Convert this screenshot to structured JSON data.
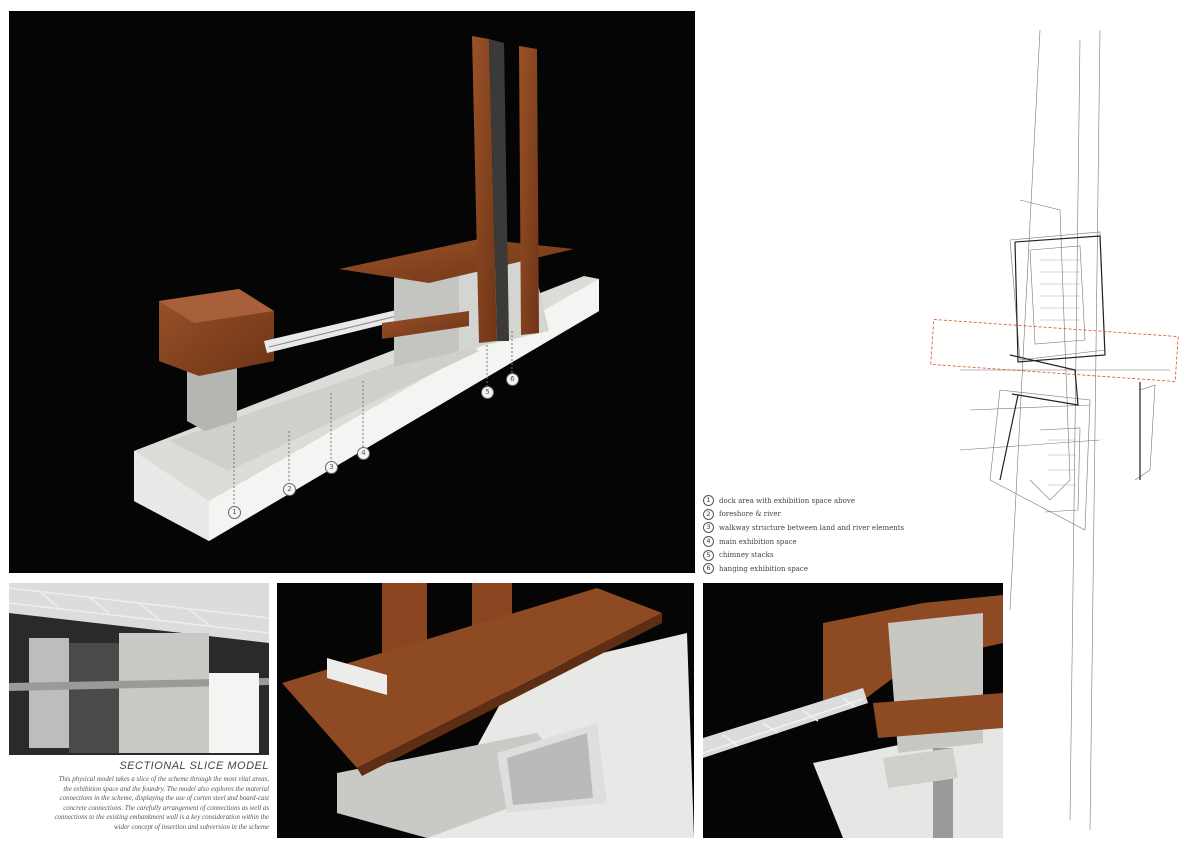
{
  "legend": [
    {
      "num": "1",
      "label": "dock area with exhibition space above"
    },
    {
      "num": "2",
      "label": "foreshore & river"
    },
    {
      "num": "3",
      "label": "walkway structure between land and river elements"
    },
    {
      "num": "4",
      "label": "main exhibition space"
    },
    {
      "num": "5",
      "label": "chimney stacks"
    },
    {
      "num": "6",
      "label": "hanging exhibition space"
    }
  ],
  "model_callouts": [
    "1",
    "2",
    "3",
    "4",
    "5",
    "6"
  ],
  "caption": {
    "title": "SECTIONAL SLICE MODEL",
    "lines": [
      "This physical model takes a slice of the scheme through the most vital areas,",
      "the exhibition space and the foundry.  The model also explores the material",
      "connections in the scheme, displaying the use of corten steel and board-cast",
      "concrete connections. The carefully arrangement of connections as well as",
      "connections to the existing embankment wall is a key consideration within the",
      "wider concept of insertion and subversion in the scheme"
    ]
  },
  "colors": {
    "corten": "#8e4a22",
    "concrete": "#d9d9d6",
    "background": "#050505"
  }
}
